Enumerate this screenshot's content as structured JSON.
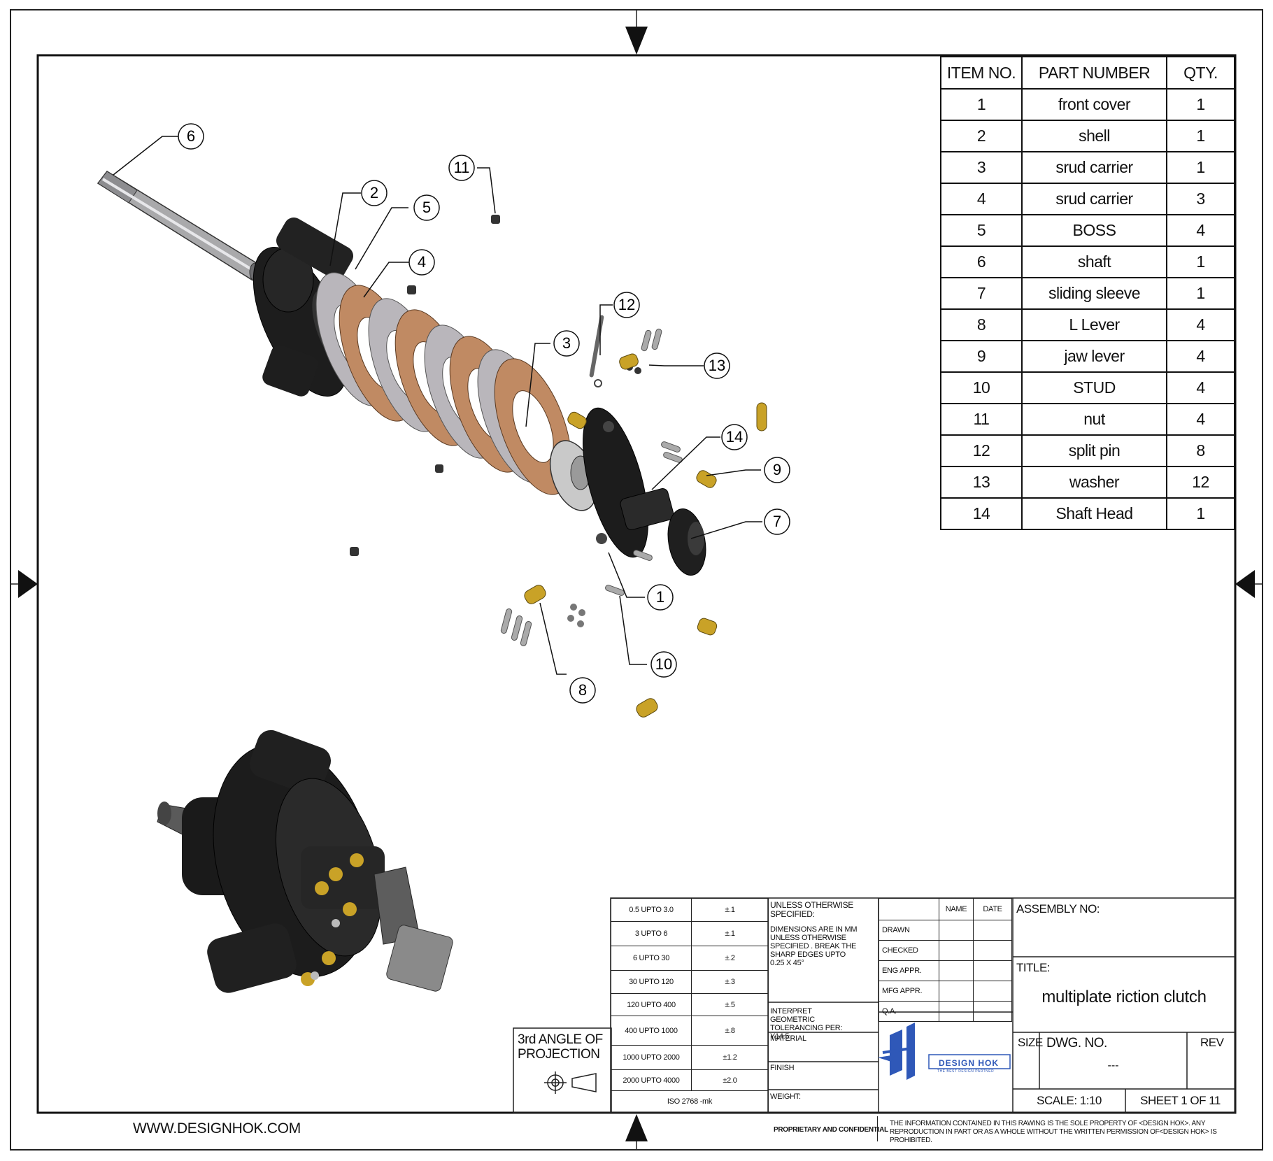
{
  "bom": {
    "headers": [
      "ITEM NO.",
      "PART NUMBER",
      "QTY."
    ],
    "rows": [
      [
        "1",
        "front cover",
        "1"
      ],
      [
        "2",
        "shell",
        "1"
      ],
      [
        "3",
        "srud carrier",
        "1"
      ],
      [
        "4",
        "srud carrier",
        "3"
      ],
      [
        "5",
        "BOSS",
        "4"
      ],
      [
        "6",
        "shaft",
        "1"
      ],
      [
        "7",
        "sliding sleeve",
        "1"
      ],
      [
        "8",
        "L Lever",
        "4"
      ],
      [
        "9",
        "jaw lever",
        "4"
      ],
      [
        "10",
        "STUD",
        "4"
      ],
      [
        "11",
        "nut",
        "4"
      ],
      [
        "12",
        "split pin",
        "8"
      ],
      [
        "13",
        "washer",
        "12"
      ],
      [
        "14",
        "Shaft Head",
        "1"
      ]
    ]
  },
  "balloons": [
    "1",
    "2",
    "3",
    "4",
    "5",
    "6",
    "7",
    "8",
    "9",
    "10",
    "11",
    "12",
    "13",
    "14"
  ],
  "tolerance_table": {
    "rows": [
      [
        "0.5 UPTO 3.0",
        "±.1"
      ],
      [
        "3 UPTO 6",
        "±.1"
      ],
      [
        "6 UPTO 30",
        "±.2"
      ],
      [
        "30 UPTO 120",
        "±.3"
      ],
      [
        "120 UPTO 400",
        "±.5"
      ],
      [
        "400 UPTO 1000",
        "±.8"
      ],
      [
        "1000 UPTO 2000",
        "±1.2"
      ],
      [
        "2000 UPTO 4000",
        "±2.0"
      ]
    ],
    "standard": "ISO 2768 -mk"
  },
  "title_block": {
    "projection": "3rd ANGLE OF PROJECTION",
    "unless_specified": "UNLESS OTHERWISE SPECIFIED:",
    "dimensions_note": "DIMENSIONS ARE IN MM UNLESS OTHERWISE SPECIFIED . BREAK THE SHARP EDGES UPTO 0.25 X 45°",
    "interpret_note": "INTERPRET GEOMETRIC TOLERANCING PER: Y14.5",
    "material_label": "MATERIAL",
    "finish_label": "FINISH",
    "weight_label": "WEIGHT:",
    "name_label": "NAME",
    "date_label": "DATE",
    "approvals": [
      "DRAWN",
      "CHECKED",
      "ENG APPR.",
      "MFG APPR.",
      "Q.A."
    ],
    "assembly_label": "ASSEMBLY NO:",
    "title_label": "TITLE:",
    "title": "multiplate riction clutch",
    "size_label": "SIZE",
    "dwg_label": "DWG.  NO.",
    "dwg_no": "---",
    "rev_label": "REV",
    "scale": "SCALE: 1:10",
    "sheet": "SHEET 1 OF 11",
    "logo_text": "DESIGN HOK",
    "logo_tagline": "THE BEST DESIGN PARTNER",
    "proprietary": "PROPRIETARY AND CONFIDENTIAL",
    "disclaimer": "THE INFORMATION CONTAINED IN THIS RAWING IS THE SOLE PROPERTY OF <DESIGN HOK>.  ANY REPRODUCTION IN PART OR AS A WHOLE WITHOUT THE WRITTEN PERMISSION OF<DESIGN HOK> IS PROHIBITED.",
    "website": "WWW.DESIGNHOK.COM"
  },
  "colors": {
    "line": "#111111",
    "part_dark": "#1c1c1c",
    "plate_steel": "#b9b6bb",
    "plate_friction": "#c08a63",
    "brass": "#c9a227",
    "logo_blue": "#2f58b8"
  }
}
